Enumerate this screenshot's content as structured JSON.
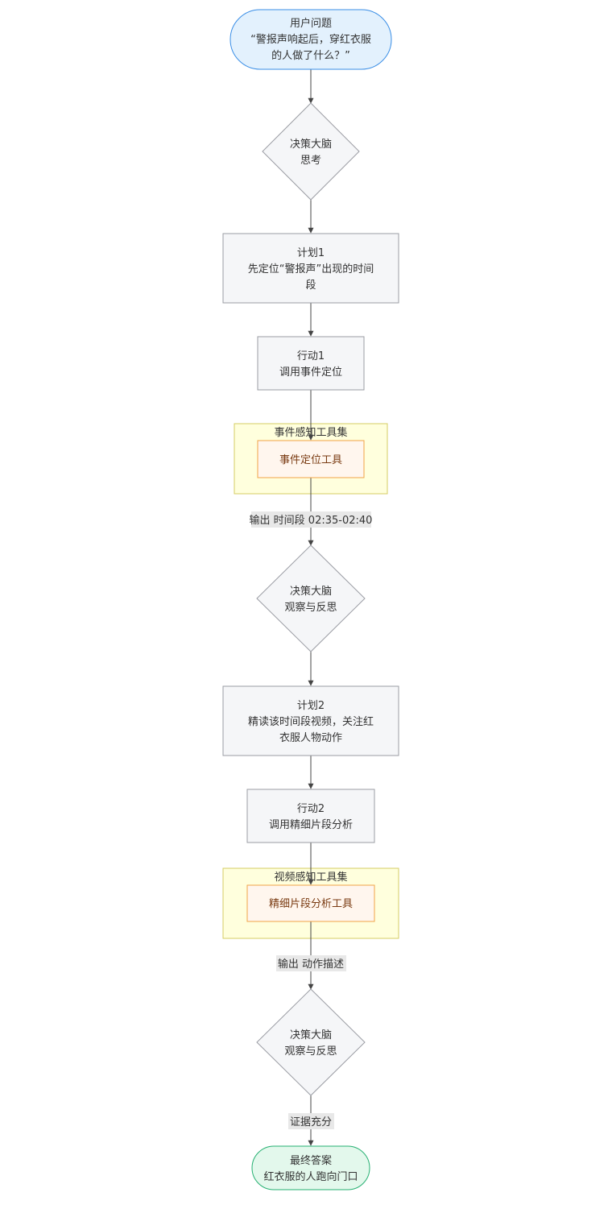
{
  "colors": {
    "line": "#444444",
    "start_fill": "#e3f1fd",
    "start_stroke": "#3a8ee6",
    "end_fill": "#e3f8ec",
    "end_stroke": "#26b072",
    "node_fill": "#f5f6f8",
    "node_stroke": "#9a9ca3",
    "cluster_fill": "#ffffdd",
    "cluster_stroke": "#d6cc63",
    "tool_fill": "#fff6ee",
    "tool_stroke": "#f0a347"
  },
  "nodes": {
    "question": {
      "lines": [
        "用户问题",
        "“警报声响起后，穿红衣服",
        "的人做了什么？”"
      ]
    },
    "think1": {
      "lines": [
        "决策大脑",
        "思考"
      ]
    },
    "plan1": {
      "lines": [
        "计划1",
        "先定位“警报声”出现的时间",
        "段"
      ]
    },
    "action1": {
      "lines": [
        "行动1",
        "调用事件定位"
      ]
    },
    "cluster1": {
      "title": "事件感知工具集"
    },
    "tool1": {
      "label": "事件定位工具"
    },
    "edge1": {
      "label": "输出 时间段 02:35-02:40"
    },
    "think2": {
      "lines": [
        "决策大脑",
        "观察与反思"
      ]
    },
    "plan2": {
      "lines": [
        "计划2",
        "精读该时间段视频，关注红",
        "衣服人物动作"
      ]
    },
    "action2": {
      "lines": [
        "行动2",
        "调用精细片段分析"
      ]
    },
    "cluster2": {
      "title": "视频感知工具集"
    },
    "tool2": {
      "label": "精细片段分析工具"
    },
    "edge2": {
      "label": "输出 动作描述"
    },
    "think3": {
      "lines": [
        "决策大脑",
        "观察与反思"
      ]
    },
    "edge3": {
      "label": "证据充分"
    },
    "answer": {
      "lines": [
        "最终答案",
        "红衣服的人跑向门口"
      ]
    }
  }
}
